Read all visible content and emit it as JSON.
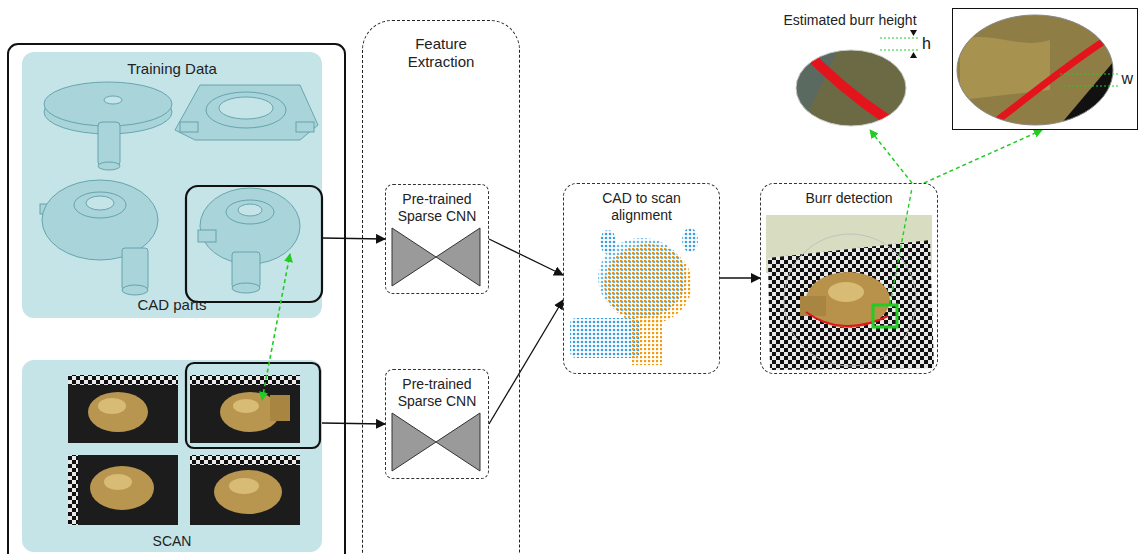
{
  "diagram": {
    "nodes": [
      {
        "text": [
          "Training Data",
          "CAD parts"
        ]
      },
      {
        "text": [
          "SCAN"
        ]
      },
      {
        "text": [
          "Feature Extraction"
        ]
      },
      {
        "text": [
          "Pre-trained Sparse CNN"
        ],
        "in": 2
      },
      {
        "text": [
          "Pre-trained Sparse CNN"
        ],
        "in": 2
      },
      {
        "text": [
          "CAD to scan alignment"
        ]
      },
      {
        "text": [
          "Burr detection"
        ]
      },
      {
        "text": [
          "Estimated burr height"
        ]
      },
      {
        "text": [
          "w"
        ]
      }
    ],
    "edges": [
      {
        "from": 0,
        "to": 3,
        "arrow": "to"
      },
      {
        "from": 1,
        "to": 4,
        "arrow": "to"
      },
      {
        "from": 3,
        "to": 5,
        "arrow": "to"
      },
      {
        "from": 4,
        "to": 5,
        "arrow": "to"
      },
      {
        "from": 5,
        "to": 6,
        "arrow": "to"
      },
      {
        "from": 6,
        "to": 7,
        "arrow": "to"
      },
      {
        "from": 6,
        "to": 8,
        "arrow": "to"
      }
    ],
    "labels": [
      "h"
    ]
  }
}
